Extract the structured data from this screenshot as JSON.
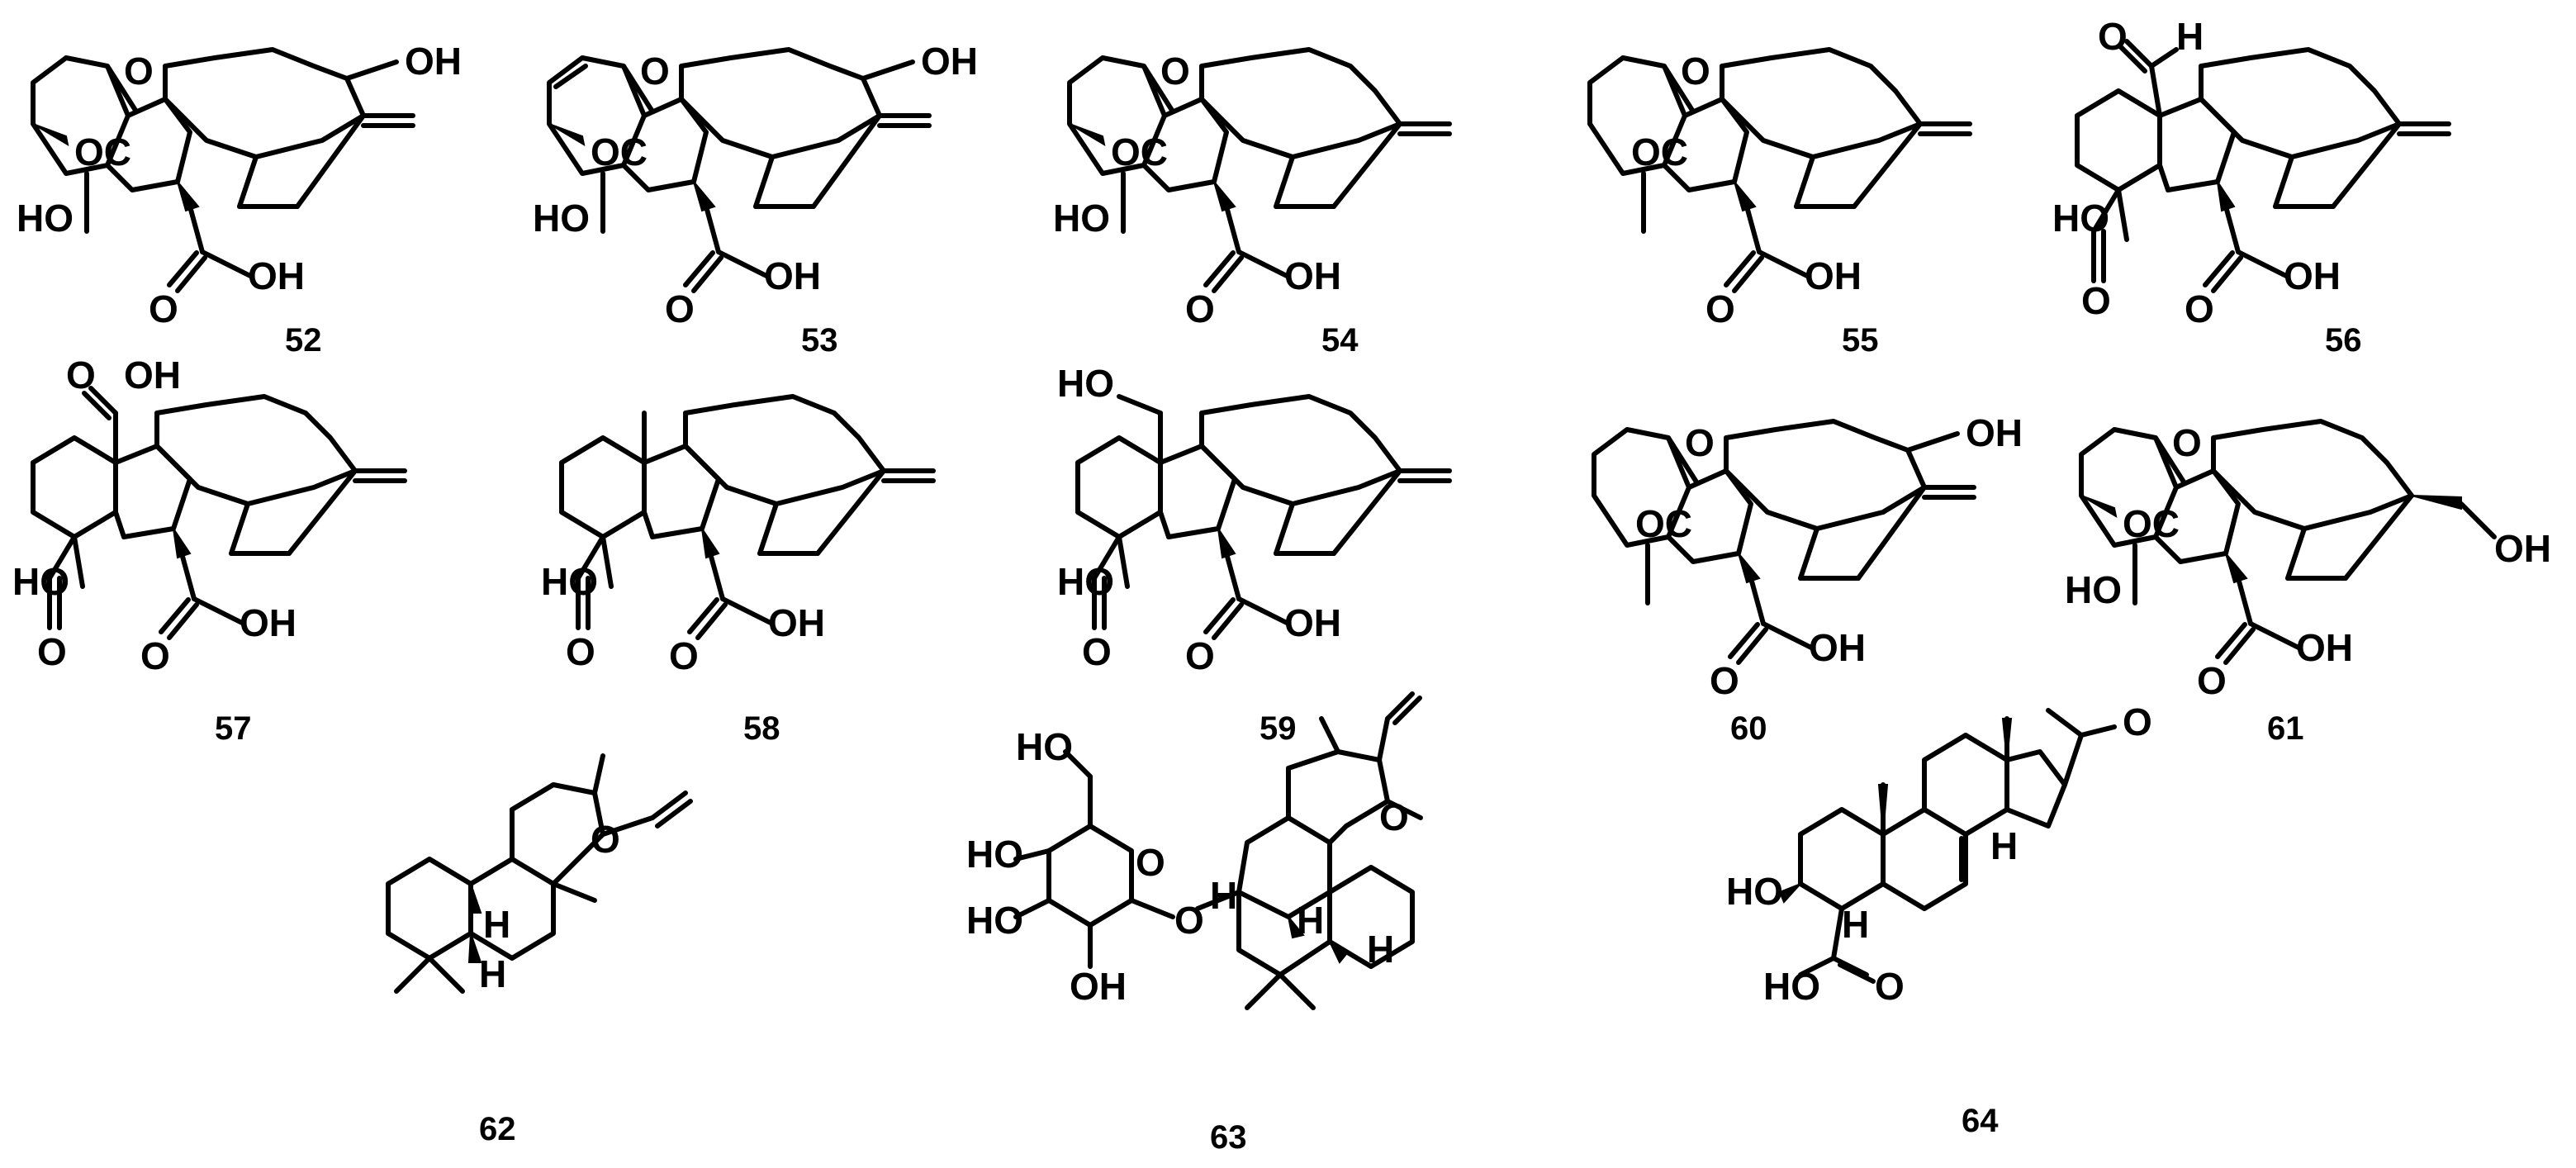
{
  "figure": {
    "compounds": [
      {
        "id": "52",
        "labels": {
          "oh_top": "OH",
          "ring_o": "O",
          "oc": "OC",
          "ho_left": "HO",
          "acid_o": "O",
          "acid_oh": "OH"
        }
      },
      {
        "id": "53",
        "labels": {
          "oh_top": "OH",
          "ring_o": "O",
          "oc": "OC",
          "ho_left": "HO",
          "acid_o": "O",
          "acid_oh": "OH"
        }
      },
      {
        "id": "54",
        "labels": {
          "ring_o": "O",
          "oc": "OC",
          "ho_left": "HO",
          "acid_o": "O",
          "acid_oh": "OH"
        }
      },
      {
        "id": "55",
        "labels": {
          "ring_o": "O",
          "oc": "OC",
          "acid_o": "O",
          "acid_oh": "OH"
        }
      },
      {
        "id": "56",
        "labels": {
          "ald_o": "O",
          "ald_h": "H",
          "ho_left": "HO",
          "lower_o": "O",
          "acid_o": "O",
          "acid_oh": "OH"
        }
      },
      {
        "id": "57",
        "labels": {
          "top_o": "O",
          "top_oh": "OH",
          "ho_left": "HO",
          "lower_o": "O",
          "acid_o": "O",
          "acid_oh": "OH"
        }
      },
      {
        "id": "58",
        "labels": {
          "ho_left": "HO",
          "lower_o": "O",
          "acid_o": "O",
          "acid_oh": "OH"
        }
      },
      {
        "id": "59",
        "labels": {
          "ho_top": "HO",
          "ho_left": "HO",
          "lower_o": "O",
          "acid_o": "O",
          "acid_oh": "OH"
        }
      },
      {
        "id": "60",
        "labels": {
          "oh_top": "OH",
          "ring_o": "O",
          "oc": "OC",
          "acid_o": "O",
          "acid_oh": "OH"
        }
      },
      {
        "id": "61",
        "labels": {
          "ring_o": "O",
          "oc": "OC",
          "ho_left": "HO",
          "oh_right": "OH",
          "acid_o": "O",
          "acid_oh": "OH"
        }
      },
      {
        "id": "62",
        "labels": {
          "ring_o": "O",
          "h_upper": "H",
          "h_lower": "H"
        }
      },
      {
        "id": "63",
        "labels": {
          "ho_top": "HO",
          "ho_mid": "HO",
          "ho_low": "HO",
          "oh_bottom": "OH",
          "sugar_o": "O",
          "link_o": "O",
          "ring_o": "O",
          "h_left": "H",
          "h_mid": "H",
          "h_right": "H"
        }
      },
      {
        "id": "64",
        "labels": {
          "ketone_o": "O",
          "ho_left": "HO",
          "h_mid": "H",
          "h_low": "H",
          "acid_ho": "HO",
          "acid_o": "O"
        }
      }
    ]
  }
}
